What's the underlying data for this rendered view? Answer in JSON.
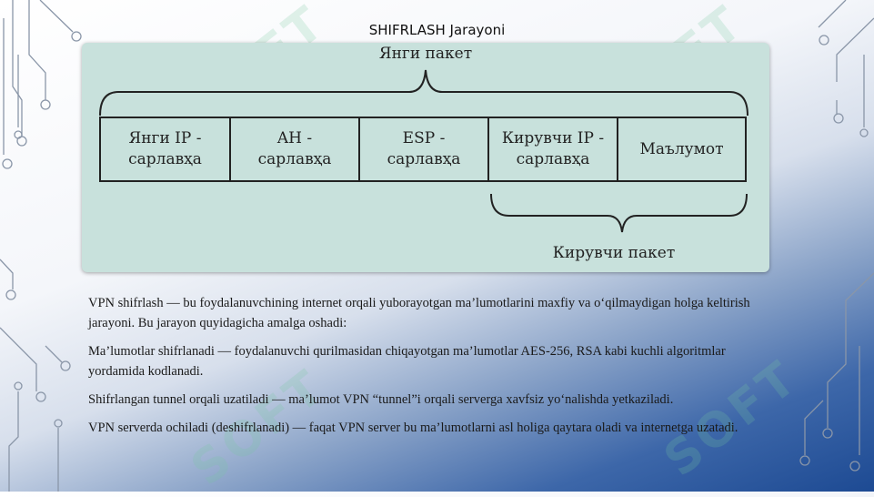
{
  "slide": {
    "title": "SHIFRLASH Jarayoni"
  },
  "diagram": {
    "outer_label": "Янги пакет",
    "inner_label": "Кирувчи пакет",
    "cells": [
      "Янги IP -\nсарлавҳа",
      "AH -\nсарлавҳа",
      "ESP -\nсарлавҳа",
      "Кирувчи IP -\nсарлавҳа",
      "Маълумот"
    ]
  },
  "body": {
    "paragraphs": [
      "VPN shifrlash — bu foydalanuvchining internet orqali yuborayotgan ma’lumotlarini maxfiy va o‘qilmaydigan holga keltirish jarayoni. Bu jarayon quyidagicha amalga oshadi:",
      "Ma’lumotlar shifrlanadi — foydalanuvchi qurilmasidan chiqayotgan ma’lumotlar AES-256, RSA kabi kuchli algoritmlar yordamida kodlanadi.",
      "Shifrlangan tunnel orqali uzatiladi — ma’lumot VPN “tunnel”i orqali serverga xavfsiz yo‘nalishda yetkaziladi.",
      "VPN serverda ochiladi (deshifrlanadi) — faqat VPN server bu ma’lumotlarni asl holiga qaytara oladi va internetga uzatadi."
    ]
  },
  "watermark": {
    "text": "SOFT"
  },
  "colors": {
    "panel": "#c8e1dc",
    "circuit": "#8a96a8",
    "watermark": "#78c8a0"
  }
}
